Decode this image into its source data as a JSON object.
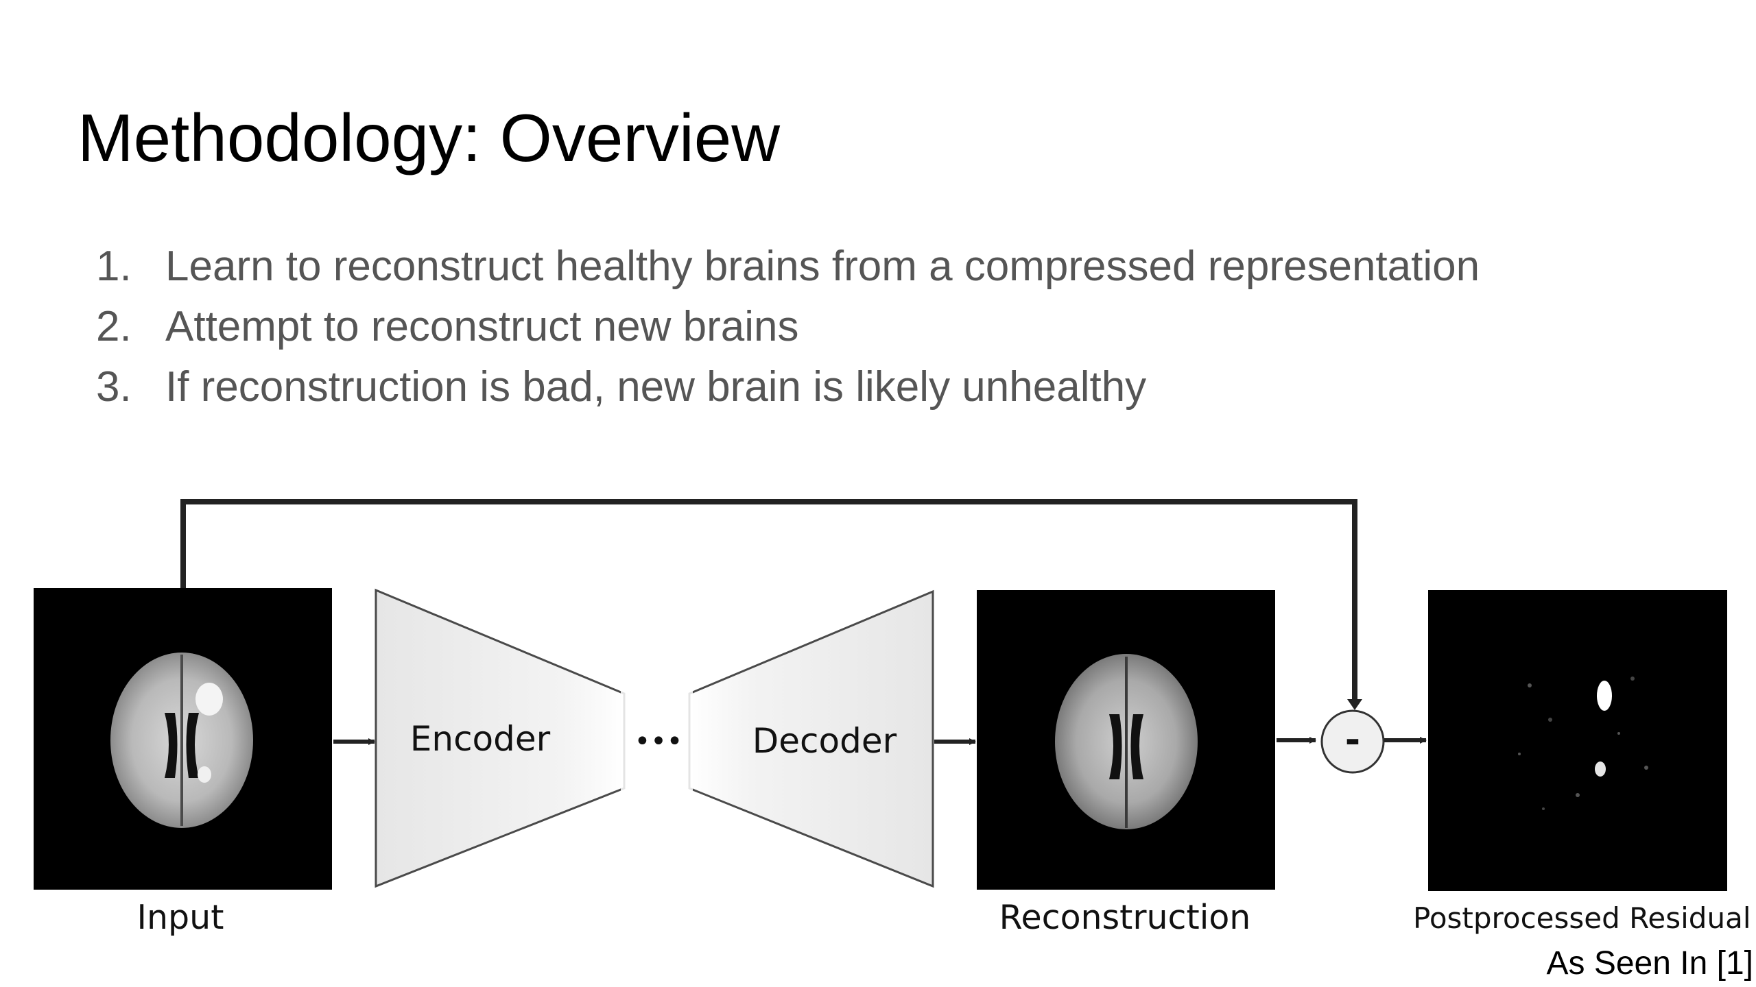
{
  "slide": {
    "title": "Methodology: Overview",
    "steps": [
      {
        "number": "1.",
        "text": "Learn to reconstruct healthy brains from a compressed representation"
      },
      {
        "number": "2.",
        "text": "Attempt to reconstruct new brains"
      },
      {
        "number": "3.",
        "text": "If reconstruction is bad, new brain is likely unhealthy"
      }
    ]
  },
  "figure": {
    "encoder_label": "Encoder",
    "ellipsis": "•••",
    "decoder_label": "Decoder",
    "subtract_symbol": "-",
    "captions": {
      "input": "Input",
      "reconstruction": "Reconstruction",
      "residual": "Postprocessed Residual"
    },
    "colors": {
      "panel_background": "#000000",
      "arrow": "#222222",
      "network_fill": "#ececec",
      "network_stroke": "#4a4a4a"
    }
  },
  "citation": "As Seen In [1]"
}
